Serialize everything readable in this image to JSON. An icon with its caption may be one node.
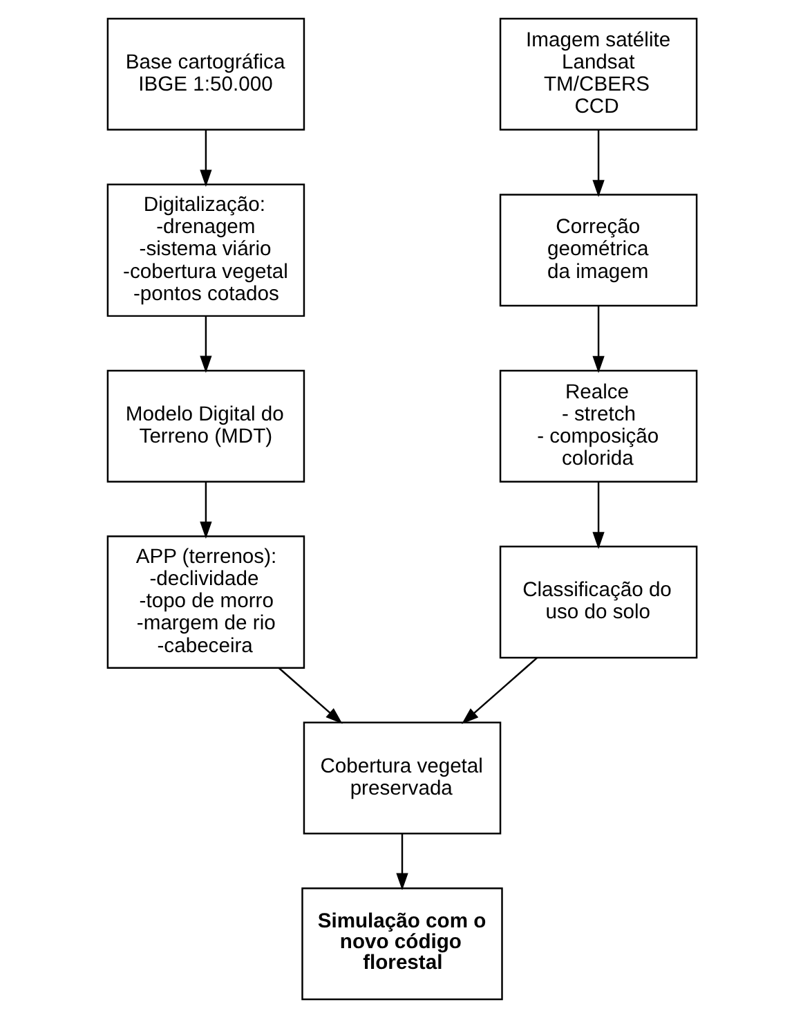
{
  "diagram": {
    "nodes": [
      {
        "text": [
          "Base cartográfica IBGE 1:50.000"
        ]
      },
      {
        "text": [
          "Digitalização: -drenagem -sistema viário -cobertura vegetal -pontos cotados"
        ]
      },
      {
        "text": [
          "Modelo Digital do Terreno (MDT)"
        ]
      },
      {
        "text": [
          "APP (terrenos): -declividade -topo de morro -margem de rio -cabeceira"
        ]
      },
      {
        "text": [
          "Imagem satélite Landsat TM/CBERS CCD"
        ]
      },
      {
        "text": [
          "Correção geométrica da imagem"
        ]
      },
      {
        "text": [
          "Realce - stretch - composição colorida"
        ]
      },
      {
        "text": [
          "Classificação do uso do solo"
        ]
      },
      {
        "text": [
          "Cobertura vegetal preservada"
        ]
      },
      {
        "text": [
          "Simulação com o novo código florestal"
        ]
      }
    ],
    "edges": [
      {
        "from": 0,
        "to": 1,
        "arrow": "to"
      },
      {
        "from": 1,
        "to": 2,
        "arrow": "to"
      },
      {
        "from": 2,
        "to": 3,
        "arrow": "to"
      },
      {
        "from": 3,
        "to": 8,
        "arrow": "to"
      },
      {
        "from": 4,
        "to": 5,
        "arrow": "to"
      },
      {
        "from": 5,
        "to": 6,
        "arrow": "to"
      },
      {
        "from": 6,
        "to": 7,
        "arrow": "to"
      },
      {
        "from": 7,
        "to": 8,
        "arrow": "to"
      },
      {
        "from": 8,
        "to": 9,
        "arrow": "to"
      }
    ]
  }
}
